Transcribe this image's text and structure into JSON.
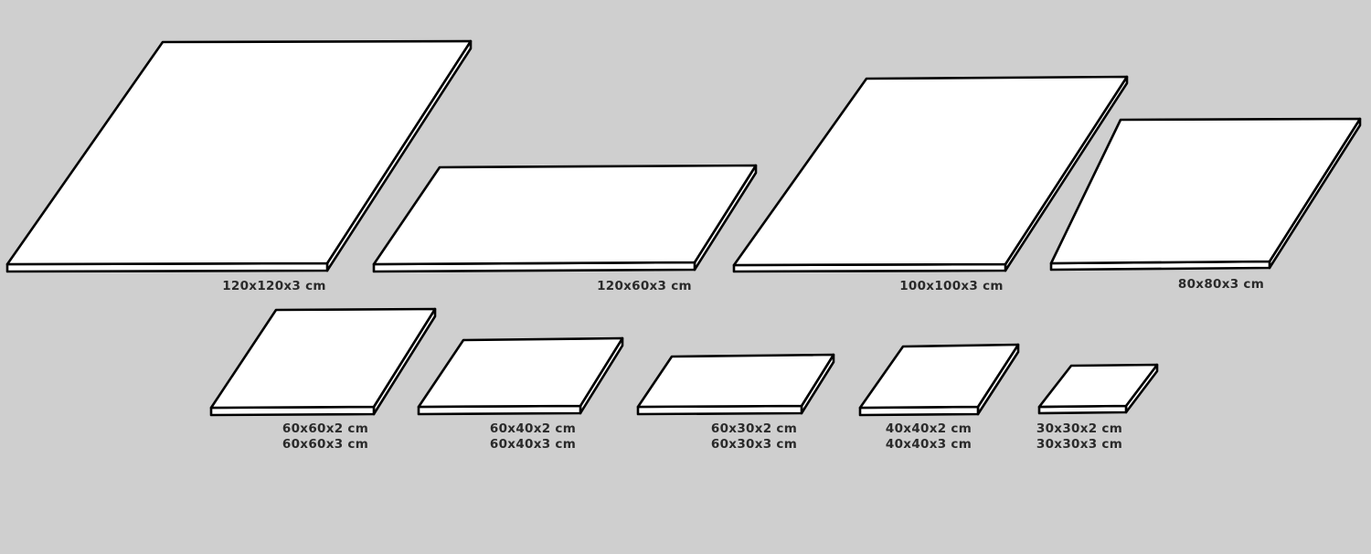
{
  "tiles": [
    {
      "labels": [
        "120x120x3 cm"
      ]
    },
    {
      "labels": [
        "120x60x3 cm"
      ]
    },
    {
      "labels": [
        "100x100x3 cm"
      ]
    },
    {
      "labels": [
        "80x80x3 cm"
      ]
    },
    {
      "labels": [
        "60x60x2 cm",
        "60x60x3 cm"
      ]
    },
    {
      "labels": [
        "60x40x2 cm",
        "60x40x3 cm"
      ]
    },
    {
      "labels": [
        "60x30x2 cm",
        "60x30x3 cm"
      ]
    },
    {
      "labels": [
        "40x40x2 cm",
        "40x40x3 cm"
      ]
    },
    {
      "labels": [
        "30x30x2 cm",
        "30x30x3 cm"
      ]
    }
  ]
}
